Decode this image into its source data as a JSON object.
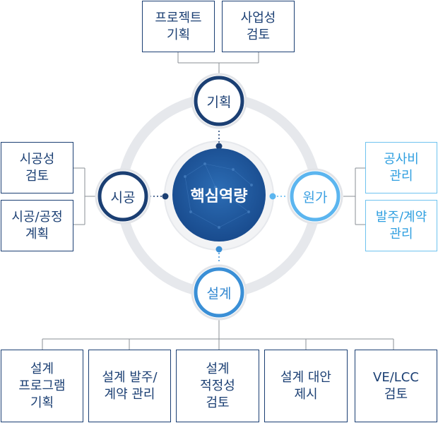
{
  "center": {
    "label": "핵심역량"
  },
  "nodes": {
    "top": {
      "label": "기획"
    },
    "left": {
      "label": "시공"
    },
    "right": {
      "label": "원가"
    },
    "bottom": {
      "label": "설계"
    }
  },
  "boxes": {
    "top": [
      "프로젝트\n기획",
      "사업성\n검토"
    ],
    "left": [
      "시공성\n검토",
      "시공/공정\n계획"
    ],
    "right": [
      "공사비\n관리",
      "발주/계약\n관리"
    ],
    "bottom": [
      "설계\n프로그램\n기획",
      "설계 발주/\n계약 관리",
      "설계\n적정성\n검토",
      "설계 대안\n제시",
      "VE/LCC\n검토"
    ]
  },
  "colors": {
    "dark_navy": "#1b3f73",
    "center_blue": "#1f5a9e",
    "light_blue": "#5bb5ef",
    "ring_gray": "#e4e6ea"
  }
}
